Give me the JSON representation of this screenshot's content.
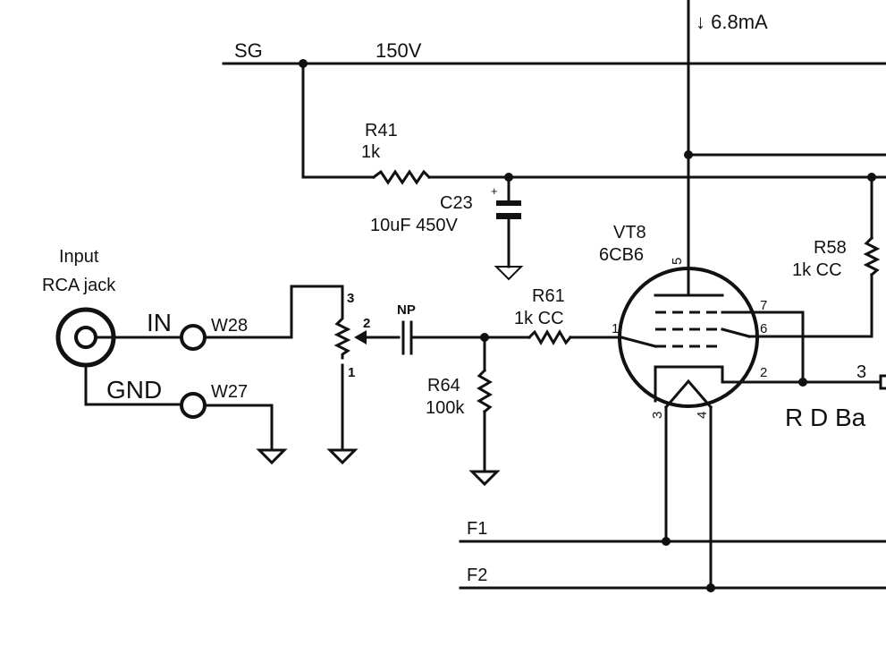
{
  "rails": {
    "sg_label": "SG",
    "sg_voltage": "150V",
    "current_label": "↓ 6.8mA",
    "f1_label": "F1",
    "f2_label": "F2"
  },
  "input": {
    "title_line1": "Input",
    "title_line2": "RCA jack",
    "in_label": "IN",
    "gnd_label": "GND",
    "w28": "W28",
    "w27": "W27"
  },
  "potentiometer": {
    "pin3": "3",
    "pin2": "2",
    "pin1": "1"
  },
  "np_label": "NP",
  "components": {
    "r41_ref": "R41",
    "r41_val": "1k",
    "c23_ref": "C23",
    "c23_val": "10uF 450V",
    "c23_plus": "+",
    "r61_ref": "R61",
    "r61_val": "1k CC",
    "r64_ref": "R64",
    "r64_val": "100k",
    "r58_ref": "R58",
    "r58_val": "1k CC"
  },
  "tube": {
    "ref": "VT8",
    "type": "6CB6",
    "pin5": "5",
    "pin1": "1",
    "pin7": "7",
    "pin6": "6",
    "pin2": "2",
    "pin3": "3",
    "pin4": "4"
  },
  "output": {
    "pin3": "3",
    "label": "R D Ba"
  }
}
